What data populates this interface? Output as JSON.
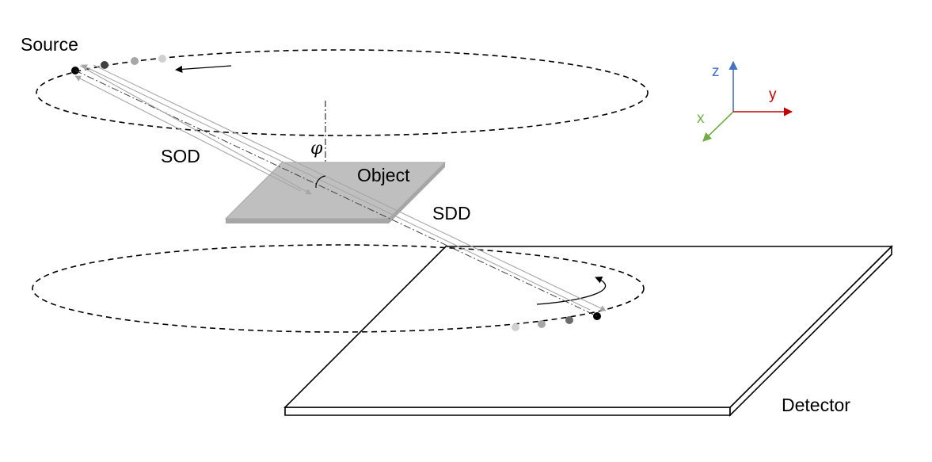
{
  "labels": {
    "source": "Source",
    "sod": "SOD",
    "phi": "φ",
    "object": "Object",
    "sdd": "SDD",
    "detector": "Detector"
  },
  "axes": {
    "z": "z",
    "y": "y",
    "x": "x"
  },
  "colors": {
    "z_axis": "#4472c4",
    "y_axis": "#c00000",
    "x_axis": "#70ad47",
    "object_fill": "#bfbfbf",
    "object_edge": "#a6a6a6",
    "beam": "#a6a6a6"
  }
}
